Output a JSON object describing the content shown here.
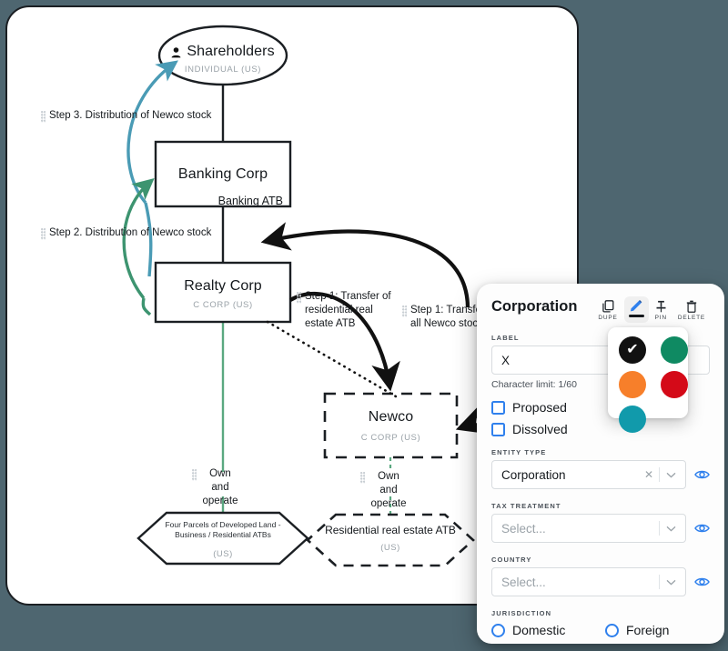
{
  "canvas": {
    "nodes": [
      {
        "id": "shareholders",
        "label": "Shareholders",
        "subtitle": "INDIVIDUAL (US)",
        "shape": "ellipse",
        "icon": "person-icon"
      },
      {
        "id": "banking-corp",
        "label": "Banking Corp",
        "subtitle": "Banking ATB",
        "shape": "rect"
      },
      {
        "id": "realty-corp",
        "label": "Realty Corp",
        "subtitle": "C CORP (US)",
        "shape": "rect"
      },
      {
        "id": "newco",
        "label": "Newco",
        "subtitle": "C CORP (US)",
        "shape": "rect-dashed"
      },
      {
        "id": "four-parcels",
        "label": "Four Parcels of Developed Land - Business / Residential ATBs",
        "subtitle": "(US)",
        "shape": "hexagon"
      },
      {
        "id": "residential-atb",
        "label": "Residential real estate ATB",
        "subtitle": "(US)",
        "shape": "hexagon-dashed"
      }
    ],
    "edge_labels": [
      {
        "id": "step3",
        "text": "Step 3. Distribution of Newco stock",
        "color": "#4a9bb5"
      },
      {
        "id": "step2",
        "text": "Step 2. Distribution of Newco stock",
        "color": "#3d9470"
      },
      {
        "id": "step1-residential",
        "text": "Step 1: Transfer of residential real estate ATB",
        "color": "#15191d"
      },
      {
        "id": "step1-newco-stock",
        "text": "Step 1: Transfer of all Newco stock",
        "color": "#15191d"
      },
      {
        "id": "own-operate-left",
        "text": "Own and operate",
        "color": "#15191d"
      },
      {
        "id": "own-operate-right",
        "text": "Own and operate",
        "color": "#15191d"
      }
    ]
  },
  "panel": {
    "title": "Corporation",
    "tools": [
      {
        "id": "dupe",
        "label": "DUPE",
        "icon": "duplicate-icon",
        "active": false
      },
      {
        "id": "color",
        "label": "",
        "icon": "pencil-icon",
        "active": true
      },
      {
        "id": "pin",
        "label": "PIN",
        "icon": "pin-icon",
        "active": false
      },
      {
        "id": "delete",
        "label": "DELETE",
        "icon": "trash-icon",
        "active": false
      }
    ],
    "label_field": {
      "label": "LABEL",
      "value": "X",
      "placeholder": "",
      "helper": "Character limit: 1/60"
    },
    "checkboxes": [
      {
        "id": "proposed",
        "label": "Proposed",
        "checked": false
      },
      {
        "id": "dissolved",
        "label": "Dissolved",
        "checked": false
      }
    ],
    "selects": [
      {
        "id": "entity-type",
        "label": "ENTITY TYPE",
        "value": "Corporation",
        "placeholder": "Select...",
        "clearable": true
      },
      {
        "id": "tax-treatment",
        "label": "TAX TREATMENT",
        "value": "",
        "placeholder": "Select...",
        "clearable": false
      },
      {
        "id": "country",
        "label": "COUNTRY",
        "value": "",
        "placeholder": "Select...",
        "clearable": false
      }
    ],
    "jurisdiction": {
      "label": "JURISDICTION",
      "options": [
        {
          "id": "domestic",
          "label": "Domestic",
          "selected": false
        },
        {
          "id": "foreign",
          "label": "Foreign",
          "selected": false
        }
      ]
    }
  },
  "color_popup": {
    "swatches": [
      {
        "id": "black",
        "hex": "#111111",
        "selected": true
      },
      {
        "id": "green",
        "hex": "#0f8a62",
        "selected": false
      },
      {
        "id": "orange",
        "hex": "#f77f2a",
        "selected": false
      },
      {
        "id": "red",
        "hex": "#d40a18",
        "selected": false
      },
      {
        "id": "teal",
        "hex": "#119aab",
        "selected": false
      }
    ],
    "check_glyph": "✔"
  },
  "theme": {
    "page_background": "#4e6670",
    "canvas_border": "#1b1f23",
    "accent_blue": "#2f80ed",
    "step3_arrow": "#4a9bb5",
    "step2_arrow": "#3d9470",
    "ownership_line": "#5aa880"
  }
}
